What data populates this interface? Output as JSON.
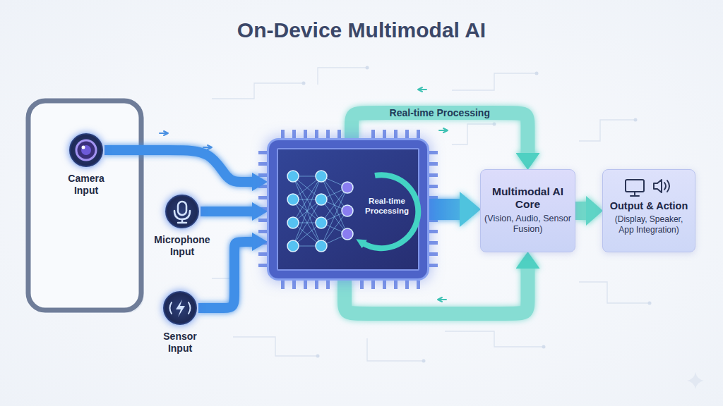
{
  "diagram": {
    "title": "On-Device Multimodal AI",
    "nodes": [
      {
        "text": [
          "Camera Input"
        ]
      },
      {
        "text": [
          "Microphone Input"
        ]
      },
      {
        "text": [
          "Sensor Input"
        ]
      },
      {
        "text": [
          "Real-time Processing"
        ]
      },
      {
        "text": [
          "Multimodal AI Core",
          "(Vision, Audio, Sensor Fusion)"
        ]
      },
      {
        "text": [
          "Output & Action",
          "(Display, Speaker, App Integration)"
        ]
      }
    ],
    "edges": [
      {
        "from": 0,
        "to": 3,
        "arrow": "to"
      },
      {
        "from": 1,
        "to": 3,
        "arrow": "to"
      },
      {
        "from": 2,
        "to": 3,
        "arrow": "to"
      },
      {
        "from": 3,
        "to": 4,
        "arrow": "to"
      },
      {
        "from": 3,
        "to": 4,
        "label": "Real-time Processing",
        "arrow": "to"
      },
      {
        "from": 3,
        "to": 4,
        "arrow": "to"
      },
      {
        "from": 4,
        "to": 5,
        "arrow": "to"
      }
    ]
  }
}
